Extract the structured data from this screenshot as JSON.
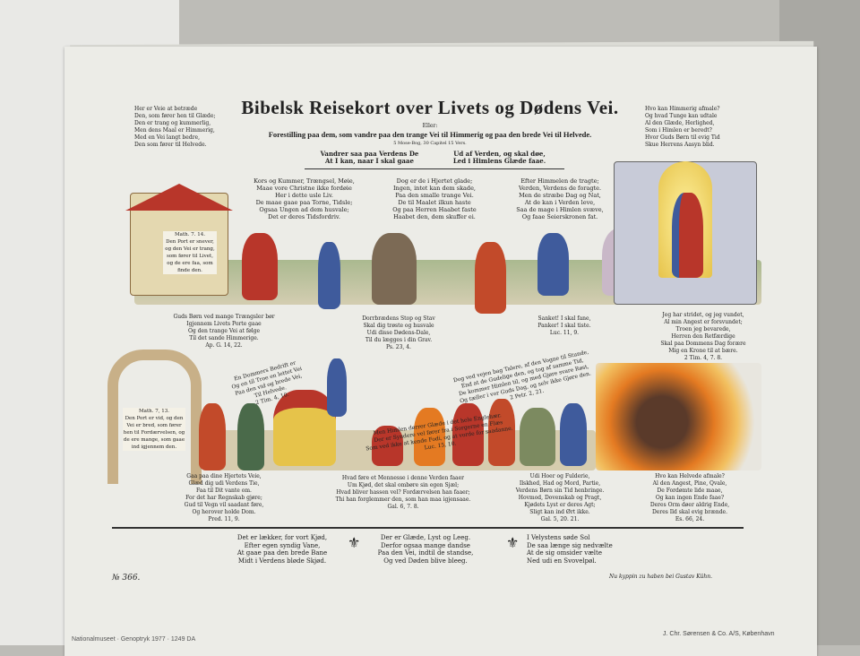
{
  "print": {
    "title": "Bibelsk Reisekort over Livets og Dødens Vei.",
    "eller": "Eller:",
    "subtitle": "Forestilling paa dem, som vandre paa den trange Vei til Himmerig og paa den brede Vei til Helvede.",
    "refs": "5 Mose-Bog, 30 Capitel 15 Vers.",
    "intro_left": "Vandrer saa paa Verdens De\nAt I kan, naar I skal gaae",
    "intro_right": "Ud af Verden, og skal døe,\nLed i Himlens Glæde faae.",
    "corner_left": "Her er Veie at betræde\nDen, som fører hen til Glæde;\nDen er trang og kummerlig,\nMen dens Maal er Himmerig,\nMed en Vei langt bedre,\nDen som fører til Helvede.",
    "corner_right": "Hvo kan Himmerig afmale?\nOg hvad Tunge kan udtale\nAl den Glæde, Herlighed,\nSom i Himlen er beredt?\nHvor Guds Børn til evig Tid\nSkue Herrens Aasyn blid.",
    "top_verses": [
      "Kors og Kummer, Trængsel, Møie,\nMaae vore Christne ikke fordøie\nHer i dette usle Liv.\nDe maae gaae paa Torne, Tidsle;\nOgsaa Ungen ad dem husvale;\nDet er deres Tidsfordriv.",
      "Dog er de i Hjertet glade;\nIngen, intet kan dem skade,\nPaa den smalle trange Vei.\nDe til Maalet ilkun haste\nOg paa Herren Haabet faste\nHaabet den, dem skuffer ei.",
      "Efter Himmelen de tragte;\nVerden, Verdens de foragte.\nMen de stræbe Dag og Nat,\nAt de kan i Verden leve,\nSaa de mage i Himlen svæve,\nOg faae Seierskronen fat."
    ],
    "castle_sign": "Math. 7. 14.\nDen Port er snever, og den Vei er trang, som fører til Livet, og de ere faa, som finde den.",
    "mid_verses": [
      "Guds Børn ved mange Trængsler bør\nIgjennem Livets Porte gaae\nOg den trange Vei at følge\nTil det sande Himmerige.\nAp. G. 14, 22.",
      "Dorrbrædens Stop og Stav\nSkal dig trøste og husvale\nUdi disse Dødens-Dale,\nTil du lægges i din Grav.\nPs. 23, 4.",
      "Sanket! I skal fane,\nPanker! I skal tiste.\nLuc. 11, 9.",
      "Jeg har stridet, og jeg vundet,\nAl min Angest er forsvundet;\nTroen jeg bevarede,\nHerren den Retfærdige\nSkal paa Dommens Dag forære\nMig en Krone til at bære.\n2 Tim. 4, 7. 8."
    ],
    "arch_sign": "Math. 7, 13.\nDen Port er vid, og den Vei er bred, som fører hen til Fordærvelsen, og de ere mange, som gaae ind igjennem den.",
    "diagonal_verses": [
      "En Dommers Bedrift er\nOg en til Troe en lettet Vei\nPaa den vid og brede Vei,\nTil Helvede.\n2 Tim. 4, 10.",
      "Men Himlen dørrer Glæde i det hele Englehær.\nDer er Syndere vel fører fra i Sorgerne en Flæs\nSom ved ikke at kende Fodi, og at vorde for saadanne.\nLuc. 15, 10.",
      "Dog ved vejen bag Talere, af den Vogne til Stunde,\nEnd at de Gudelige den, og tog af samme Tid,\nDe kommer Himlen til, og med Gjøre svare Røst,\nOg tæller i vor Guds Dag, og selv ikke Gjøre den.\n2 Petr. 2, 21."
    ],
    "lower_verses": [
      "Gaa paa dine Hjertets Veie,\nGlæd dig udi Verdens Tie,\nFaa til Dit vante om.\nFor det har Regnskab gjøre;\nGud til Vegn vil saadant føre,\nOg herover holde Dom.\nPred. 11, 9.",
      "Hvad føre et Mennesse i denne Verden faaer\nUm Kjød, det skal ombøre sin egen Sjæl;\nHvad bliver hassen vel? Fordærvelsen han faaer;\nThi han forglemmer den, som han maa igjensaae.\nGal. 6, 7. 8.",
      "Udi Hoer og Fulderie,\nIlskhed, Had og Mord, Partie,\nVerdens Børn sin Tid henbringe.\nHovmod, Dovenskab og Pragt,\nKjødets Lyst er deres Agt;\nSligt kan ind Ørt ikke.\nGal. 5, 20. 21.",
      "Hvo kan Helvede afmale?\nAl den Angest, Pine, Qvale,\nDe Fordømte lide maae,\nOg kan ingen Ende faae?\nDeres Orm døer aldrig Ende,\nDeres Ild skal evig brænde.\nEs. 66, 24."
    ],
    "bottom_verses": [
      "Det er lækker, for vort Kjød,\nEfter egen syndig Vane,\nAt gaae paa den brede Bane\nMidt i Verdens bløde Skjød.",
      "Der er Glæde, Lyst og Leeg.\nDerfor ogsaa mange dandse\nPaa den Vei, indtil de standse,\nOg ved Døden blive bleeg.",
      "I Velystens søde Sol\nDe saa længe sig nedvælte\nAt de sig omsider vælte\nNed udi en Svovelpøl."
    ],
    "number": "№ 366.",
    "printer_note": "Nu kyppin zu haben bei Gustav Kühn.",
    "footer_left": "Nationalmuseet · Genoptryk 1977 · 1249 DA",
    "footer_right": "J. Chr. Sørensen & Co. A/S, København"
  },
  "colors": {
    "paper": "#ecece7",
    "red": "#b8362a",
    "blue": "#3f5b9c",
    "yellow": "#e6c34a",
    "green": "#6f8c4a",
    "fire": "#e47a22"
  }
}
